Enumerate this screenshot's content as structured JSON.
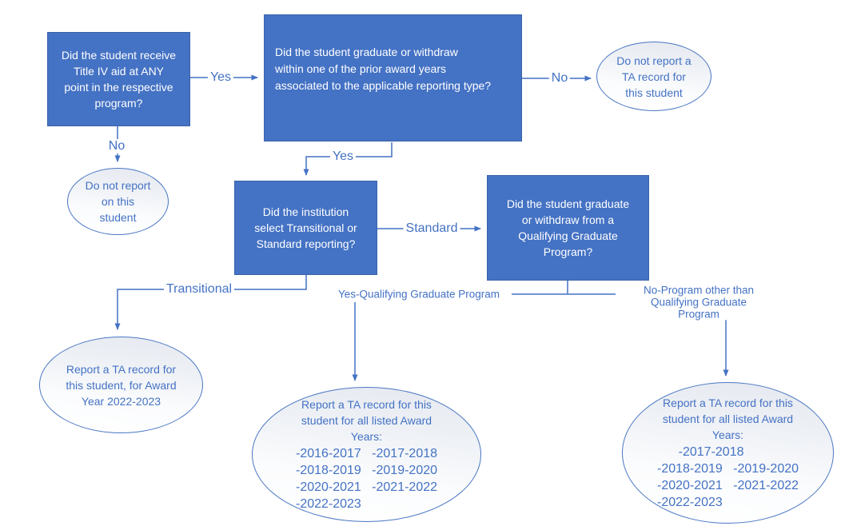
{
  "colors": {
    "node_fill": "#4472C4",
    "node_border": "#3b62a8",
    "node_text": "#FFFFFF",
    "connector": "#4472C4",
    "label_text": "#4472C4",
    "ellipse_border": "#4a77c4",
    "ellipse_text": "#4472C4",
    "ellipse_fill_top": "#e5e8ef",
    "ellipse_fill_bottom": "#ffffff"
  },
  "nodes": {
    "receive_title_iv": [
      "Did the student receive",
      "Title IV aid at ANY",
      "point in the respective",
      "program?"
    ],
    "graduate_withdraw_prior": [
      "Did the student graduate or withdraw",
      "within one of the prior award years",
      "associated to the applicable reporting type?"
    ],
    "institution_reporting": [
      "Did the institution",
      "select Transitional or",
      "Standard reporting?"
    ],
    "qualifying_graduate": [
      "Did the student graduate",
      "or withdraw from a",
      "Qualifying Graduate",
      "Program?"
    ],
    "no_ta_record": [
      "Do not report a",
      "TA record for",
      "this student"
    ],
    "no_report": [
      "Do not report",
      "on this",
      "student"
    ],
    "ta_2022_2023": [
      "Report a TA record for",
      "this student, for Award",
      "Year 2022-2023"
    ],
    "ta_all_years_yes": {
      "heading": [
        "Report a TA record for this",
        "student for all listed Award",
        "Years:"
      ],
      "years": [
        "-2016-2017   -2017-2018",
        "-2018-2019   -2019-2020",
        "-2020-2021   -2021-2022",
        "-2022-2023"
      ]
    },
    "ta_all_years_no": {
      "heading": [
        "Report a TA record for this",
        "student for all listed Award",
        "Years:"
      ],
      "years": [
        "      -2017-2018",
        "-2018-2019   -2019-2020",
        "-2020-2021   -2021-2022",
        "-2022-2023"
      ]
    }
  },
  "edge_labels": {
    "yes_top": "Yes",
    "no_below_first": "No",
    "no_right": "No",
    "yes_mid": "Yes",
    "standard": "Standard",
    "transitional": "Transitional",
    "yes_qualifying": "Yes-Qualifying Graduate Program",
    "no_program": [
      "No-Program other than",
      "Qualifying Graduate Program"
    ]
  }
}
